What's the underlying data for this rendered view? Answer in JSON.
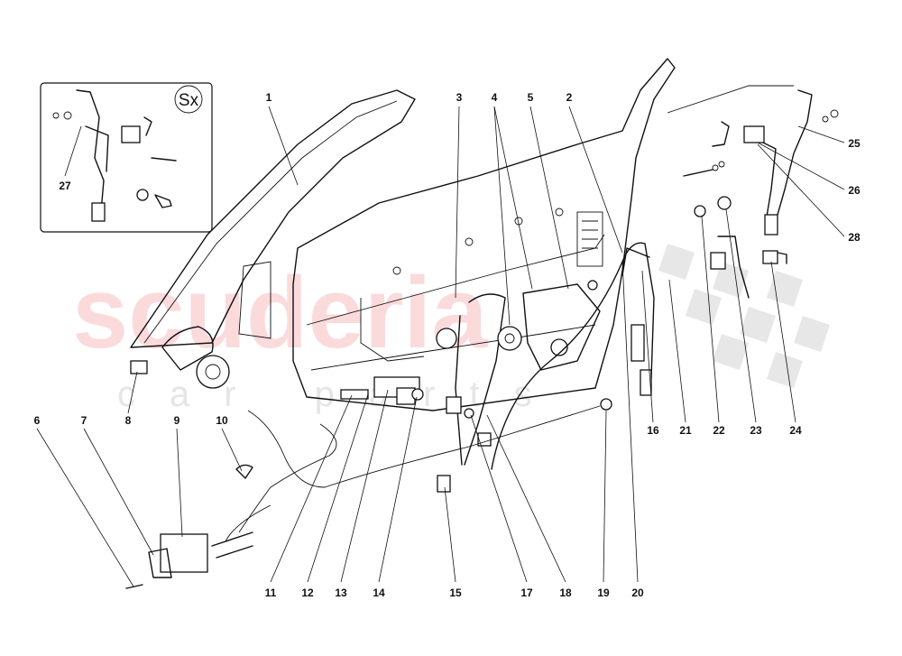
{
  "watermark": {
    "brand": "scuderia",
    "sub": "car parts"
  },
  "inset": {
    "side_badge": "Sx"
  },
  "callouts": [
    {
      "id": "1",
      "label": "1"
    },
    {
      "id": "2",
      "label": "2"
    },
    {
      "id": "3",
      "label": "3"
    },
    {
      "id": "4",
      "label": "4"
    },
    {
      "id": "5",
      "label": "5"
    },
    {
      "id": "6",
      "label": "6"
    },
    {
      "id": "7",
      "label": "7"
    },
    {
      "id": "8",
      "label": "8"
    },
    {
      "id": "9",
      "label": "9"
    },
    {
      "id": "10",
      "label": "10"
    },
    {
      "id": "11",
      "label": "11"
    },
    {
      "id": "12",
      "label": "12"
    },
    {
      "id": "13",
      "label": "13"
    },
    {
      "id": "14",
      "label": "14"
    },
    {
      "id": "15",
      "label": "15"
    },
    {
      "id": "16",
      "label": "16"
    },
    {
      "id": "17",
      "label": "17"
    },
    {
      "id": "18",
      "label": "18"
    },
    {
      "id": "19",
      "label": "19"
    },
    {
      "id": "20",
      "label": "20"
    },
    {
      "id": "21",
      "label": "21"
    },
    {
      "id": "22",
      "label": "22"
    },
    {
      "id": "23",
      "label": "23"
    },
    {
      "id": "24",
      "label": "24"
    },
    {
      "id": "25",
      "label": "25"
    },
    {
      "id": "26",
      "label": "26"
    },
    {
      "id": "27",
      "label": "27"
    },
    {
      "id": "28",
      "label": "28"
    }
  ]
}
